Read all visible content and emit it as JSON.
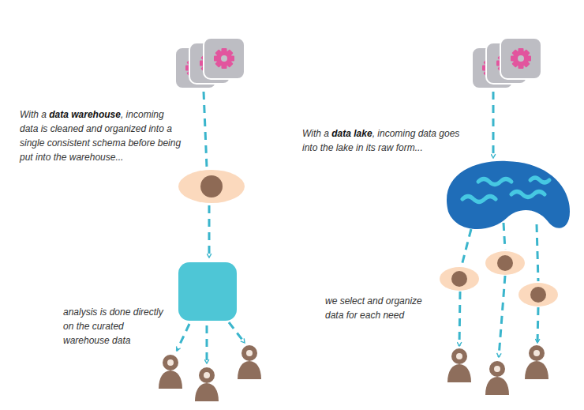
{
  "diagram": {
    "labels": [
      "With a data warehouse, incoming data is cleaned and organized into a single consistent schema before being put into the warehouse...",
      "analysis is done directly on the curated warehouse data",
      "With a data lake, incoming data goes into the lake in its raw form...",
      "we select and organize data for each need"
    ]
  }
}
